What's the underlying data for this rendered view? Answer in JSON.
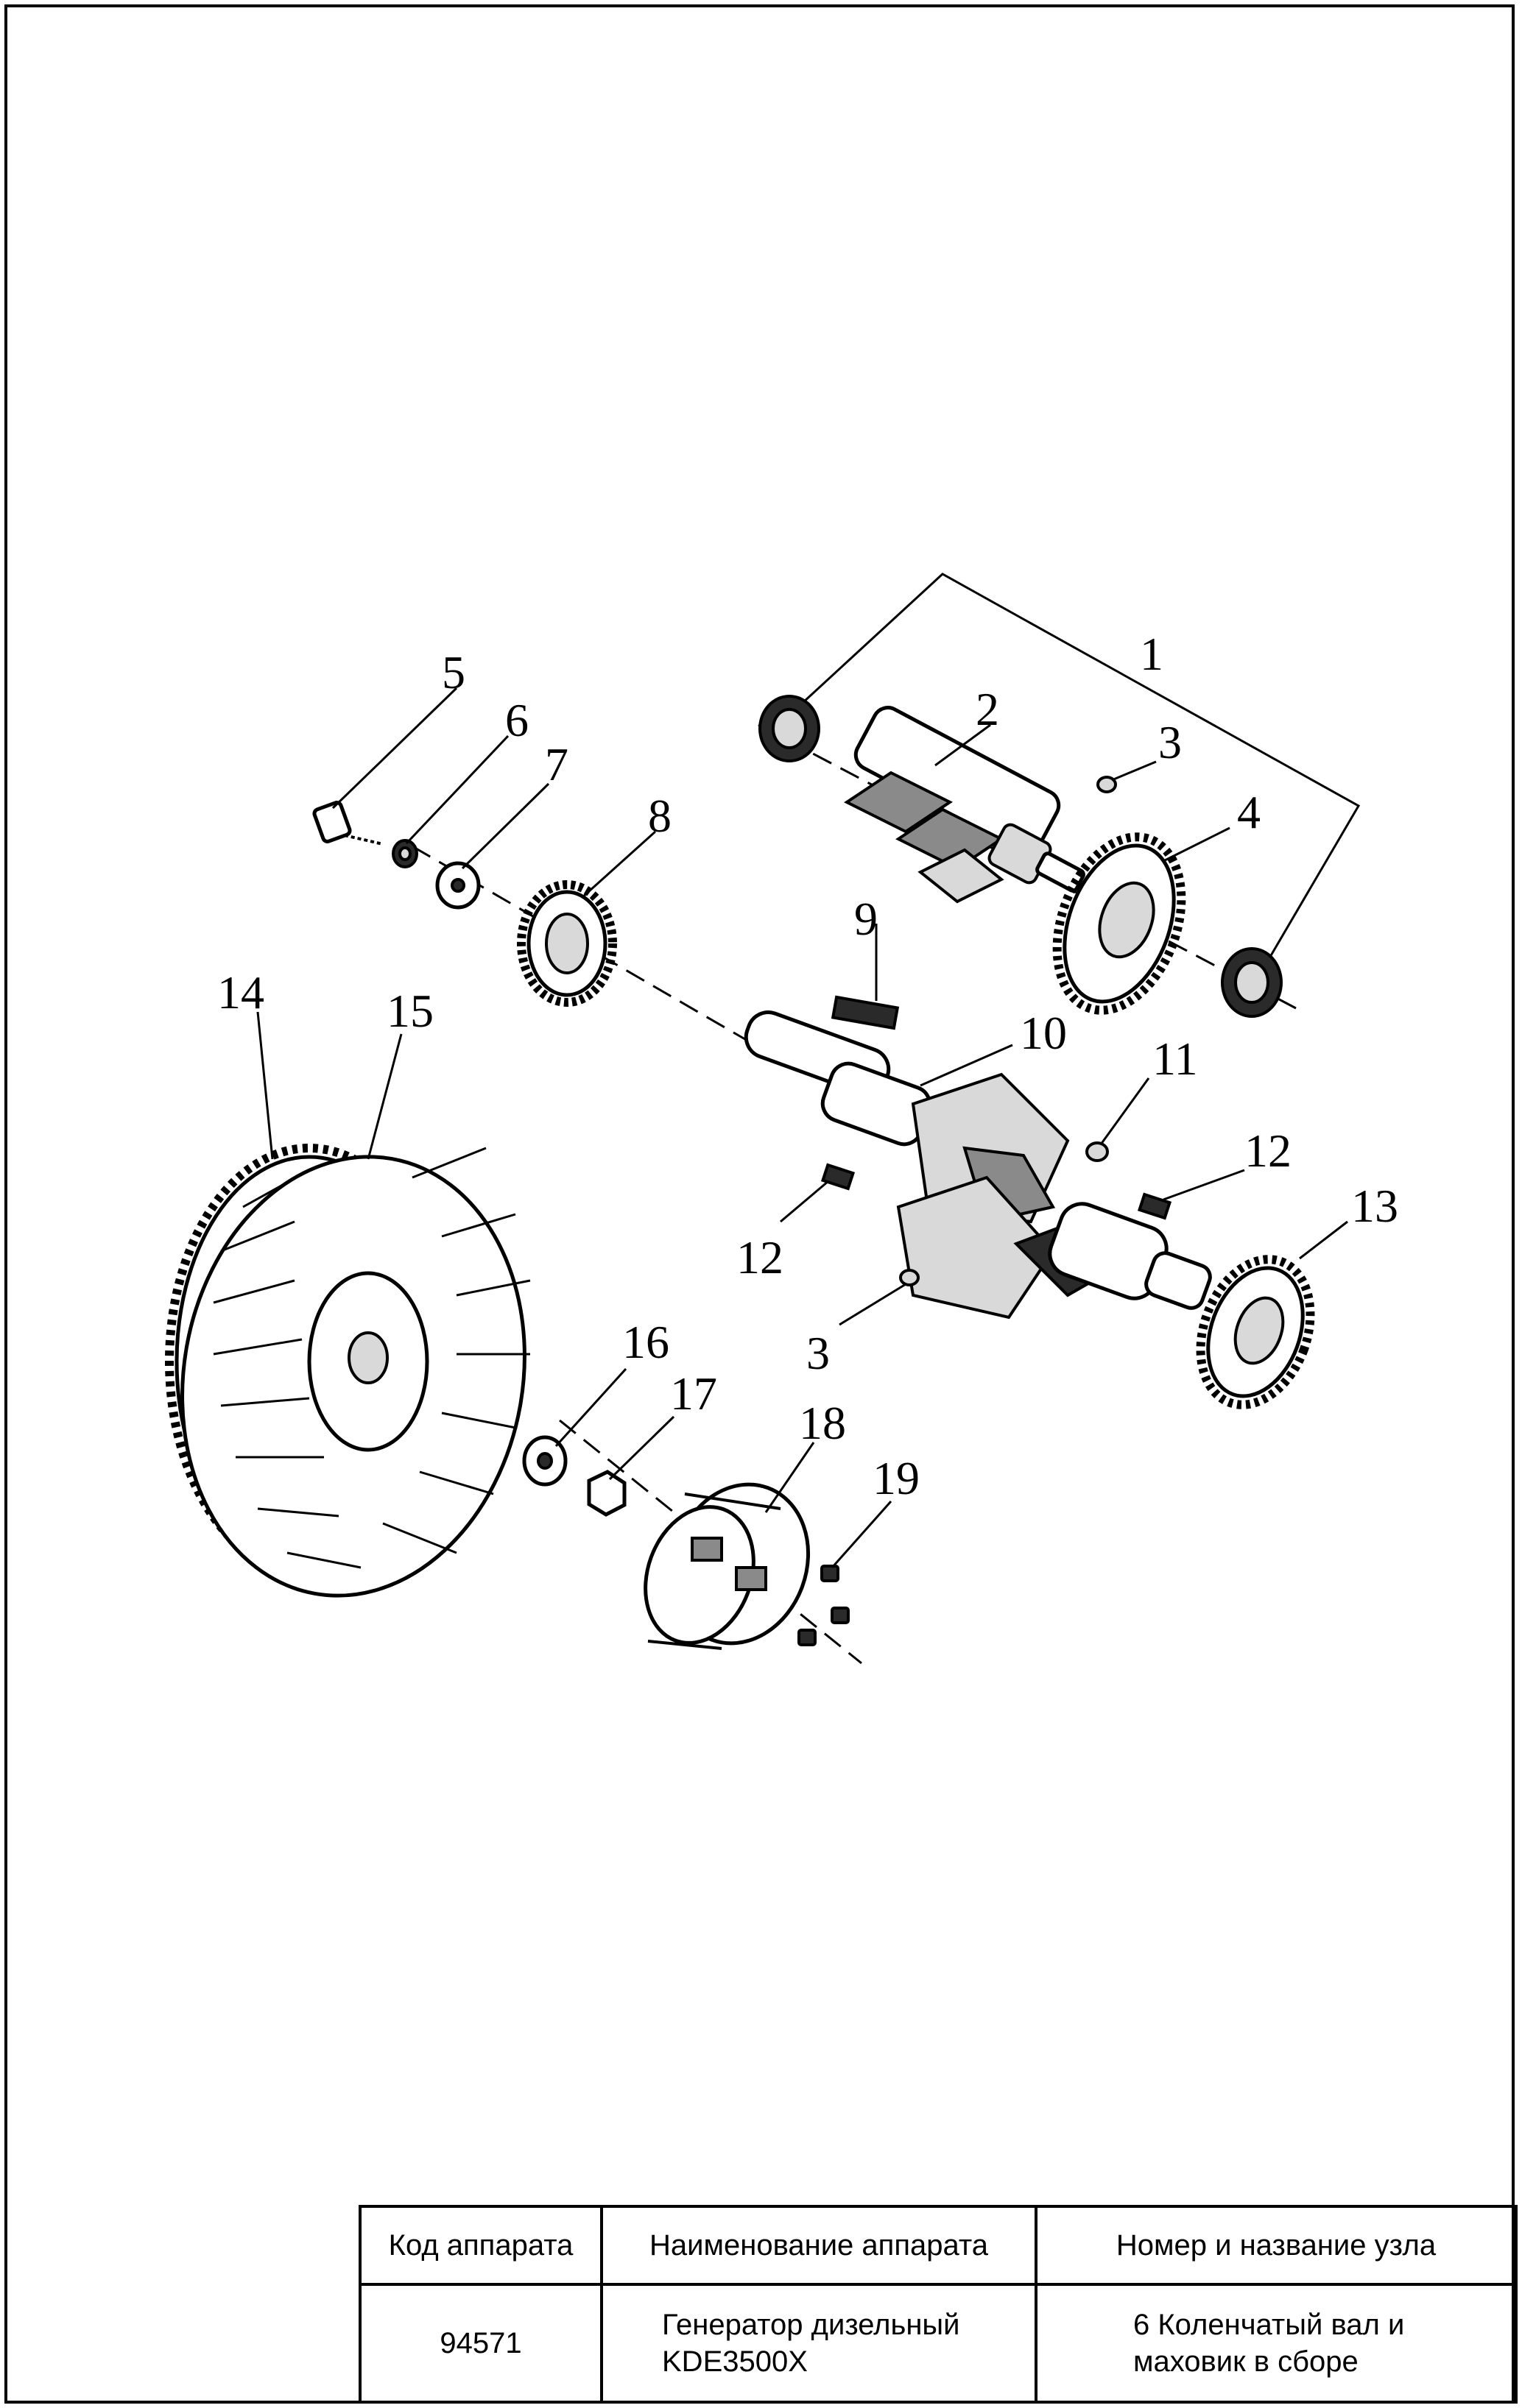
{
  "callouts": [
    {
      "id": "c1",
      "text": "1"
    },
    {
      "id": "c2",
      "text": "2"
    },
    {
      "id": "c3a",
      "text": "3"
    },
    {
      "id": "c4",
      "text": "4"
    },
    {
      "id": "c5",
      "text": "5"
    },
    {
      "id": "c6",
      "text": "6"
    },
    {
      "id": "c7",
      "text": "7"
    },
    {
      "id": "c8",
      "text": "8"
    },
    {
      "id": "c9",
      "text": "9"
    },
    {
      "id": "c10",
      "text": "10"
    },
    {
      "id": "c11",
      "text": "11"
    },
    {
      "id": "c12a",
      "text": "12"
    },
    {
      "id": "c12b",
      "text": "12"
    },
    {
      "id": "c13",
      "text": "13"
    },
    {
      "id": "c3b",
      "text": "3"
    },
    {
      "id": "c14",
      "text": "14"
    },
    {
      "id": "c15",
      "text": "15"
    },
    {
      "id": "c16",
      "text": "16"
    },
    {
      "id": "c17",
      "text": "17"
    },
    {
      "id": "c18",
      "text": "18"
    },
    {
      "id": "c19",
      "text": "19"
    }
  ],
  "title_block": {
    "headers": [
      "Код аппарата",
      "Наименование аппарата",
      "Номер и название узла"
    ],
    "values": {
      "code": "94571",
      "name_line1": "Генератор дизельный",
      "name_line2": "KDE3500X",
      "assembly_line1": "6 Коленчатый вал и",
      "assembly_line2": "маховик в сборе"
    }
  }
}
